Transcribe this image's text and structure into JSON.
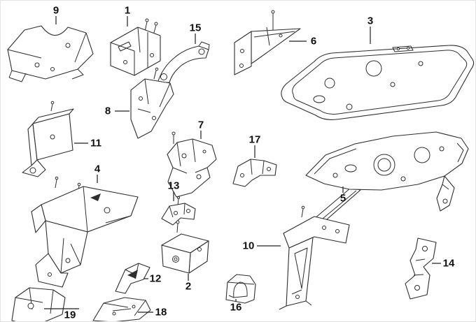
{
  "app": {
    "background_color": "#ffffff",
    "line_color": "#2e2e2e",
    "label_color": "#101010"
  },
  "diagram": {
    "type": "exploded-parts-diagram",
    "parts": [
      {
        "id": "part-9",
        "label": "9"
      },
      {
        "id": "part-1",
        "label": "1"
      },
      {
        "id": "part-15",
        "label": "15"
      },
      {
        "id": "part-6",
        "label": "6"
      },
      {
        "id": "part-3",
        "label": "3"
      },
      {
        "id": "part-8",
        "label": "8"
      },
      {
        "id": "part-11",
        "label": "11"
      },
      {
        "id": "part-7",
        "label": "7"
      },
      {
        "id": "part-17",
        "label": "17"
      },
      {
        "id": "part-4",
        "label": "4"
      },
      {
        "id": "part-13",
        "label": "13"
      },
      {
        "id": "part-2",
        "label": "2"
      },
      {
        "id": "part-5",
        "label": "5"
      },
      {
        "id": "part-10",
        "label": "10"
      },
      {
        "id": "part-14",
        "label": "14"
      },
      {
        "id": "part-12",
        "label": "12"
      },
      {
        "id": "part-16",
        "label": "16"
      },
      {
        "id": "part-19",
        "label": "19"
      },
      {
        "id": "part-18",
        "label": "18"
      }
    ]
  }
}
